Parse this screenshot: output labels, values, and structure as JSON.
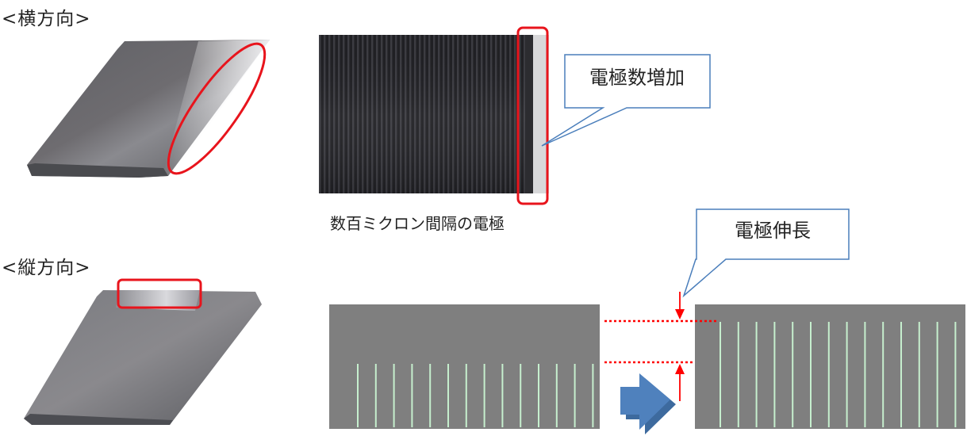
{
  "headings": {
    "horizontal": "<横方向>",
    "vertical": "<縦方向>"
  },
  "photo_caption": "数百ミクロン間隔の電極",
  "callouts": {
    "electrode_increase": "電極数増加",
    "electrode_extension": "電極伸長"
  },
  "colors": {
    "highlight_red": "#e8141c",
    "callout_border": "#4a7ebb",
    "arrow_blue": "#4f81bd",
    "panel_gray": "#7f7f7f",
    "electrode_green": "#c6efce",
    "dim_red": "#ff0000"
  },
  "electrodes": {
    "before_count": 14,
    "after_count": 14
  }
}
